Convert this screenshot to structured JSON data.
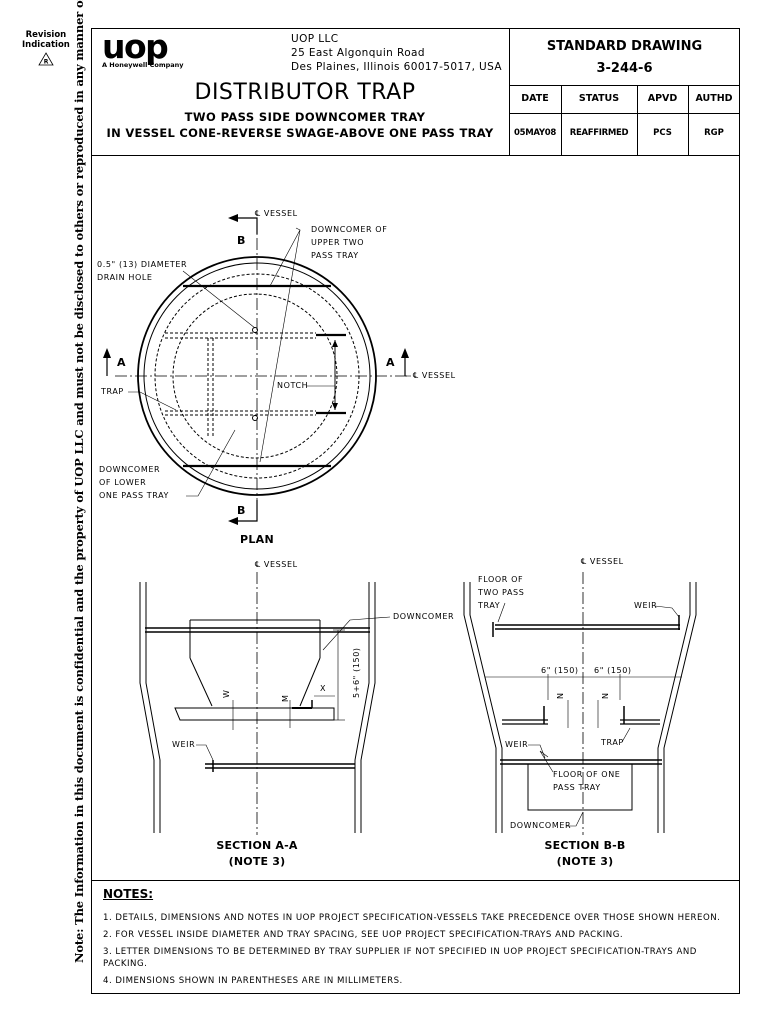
{
  "revision": {
    "line1": "Revision",
    "line2": "Indication",
    "symbol": "R"
  },
  "confidentiality_note": "Note: The Information in this document is confidential and the property of UOP LLC and must not be disclosed to others or reproduced in any manner or used for any purpose whatsoever without its written permission.",
  "company": {
    "logo_text": "uop",
    "tagline": "A Honeywell Company",
    "name": "UOP LLC",
    "address1": "25 East Algonquin Road",
    "address2": "Des Plaines, Illinois 60017-5017, USA"
  },
  "drawing": {
    "heading": "STANDARD DRAWING",
    "number": "3-244-6",
    "title": "DISTRIBUTOR TRAP",
    "subtitle1": "TWO PASS SIDE DOWNCOMER TRAY",
    "subtitle2": "IN VESSEL CONE-REVERSE SWAGE-ABOVE ONE PASS TRAY"
  },
  "revision_table": {
    "headers": [
      "DATE",
      "STATUS",
      "APVD",
      "AUTHD"
    ],
    "values": [
      "05MAY08",
      "REAFFIRMED",
      "PCS",
      "RGP"
    ]
  },
  "plan": {
    "cl_vessel_top": "℄ VESSEL",
    "cl_vessel_right": "℄ VESSEL",
    "downcomer_upper": [
      "DOWNCOMER OF",
      "UPPER TWO",
      "PASS TRAY"
    ],
    "drain_hole": [
      "0.5\" (13) DIAMETER",
      "DRAIN HOLE"
    ],
    "trap": "TRAP",
    "notch": "NOTCH",
    "downcomer_lower": [
      "DOWNCOMER",
      "OF LOWER",
      "ONE PASS TRAY"
    ],
    "section_a": "A",
    "section_b": "B",
    "title": "PLAN"
  },
  "section_aa": {
    "cl_vessel": "℄ VESSEL",
    "downcomer": "DOWNCOMER",
    "weir": "WEIR",
    "dim_w": "W",
    "dim_m": "M",
    "dim_x": "X",
    "dim_height": "5+6\" (150)",
    "title": "SECTION A-A",
    "note": "(NOTE 3)"
  },
  "section_bb": {
    "cl_vessel": "℄ VESSEL",
    "floor_two_pass": [
      "FLOOR OF",
      "TWO PASS",
      "TRAY"
    ],
    "weir_right": "WEIR",
    "dim_left": "6\" (150)",
    "dim_right": "6\" (150)",
    "dim_n": "N",
    "weir_left": "WEIR",
    "trap": "TRAP",
    "floor_one_pass": [
      "FLOOR OF ONE",
      "PASS TRAY"
    ],
    "downcomer": "DOWNCOMER",
    "title": "SECTION B-B",
    "note": "(NOTE 3)"
  },
  "notes": {
    "heading": "NOTES:",
    "items": [
      "1. DETAILS, DIMENSIONS AND NOTES IN UOP PROJECT SPECIFICATION-VESSELS TAKE PRECEDENCE OVER THOSE SHOWN HEREON.",
      "2. FOR VESSEL INSIDE DIAMETER AND TRAY SPACING, SEE UOP PROJECT SPECIFICATION-TRAYS AND PACKING.",
      "3. LETTER DIMENSIONS TO BE DETERMINED BY TRAY SUPPLIER IF NOT SPECIFIED IN UOP PROJECT SPECIFICATION-TRAYS AND PACKING.",
      "4. DIMENSIONS SHOWN IN PARENTHESES ARE IN MILLIMETERS."
    ]
  }
}
